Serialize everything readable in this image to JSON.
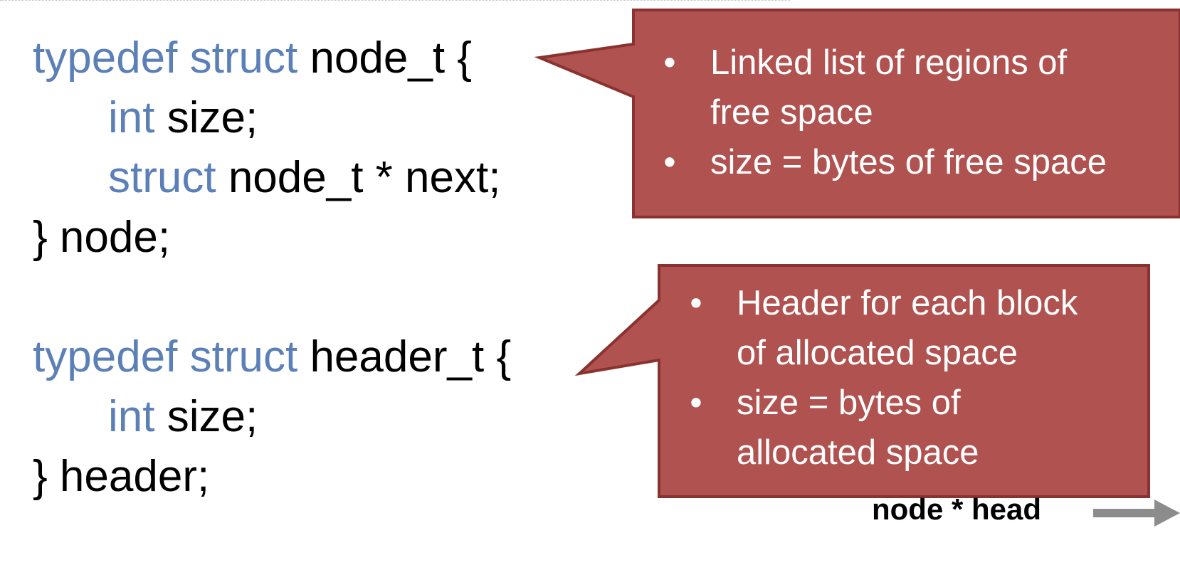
{
  "code": {
    "line1": {
      "kw1": "typedef",
      "kw2": "struct",
      "rest": "node_t {"
    },
    "line2": {
      "kw": "int",
      "rest": "size;"
    },
    "line3": {
      "kw": "struct",
      "rest": "node_t * next;"
    },
    "line4": {
      "rest": "} node;"
    },
    "line5": {
      "kw1": "typedef",
      "kw2": "struct",
      "rest": "header_t {"
    },
    "line6": {
      "kw": "int",
      "rest": "size;"
    },
    "line7": {
      "rest": "} header;"
    }
  },
  "callout_1": {
    "bullet_symbol": "•",
    "bullets": [
      [
        "Linked list of regions of",
        "free space"
      ],
      [
        "size = bytes of free space"
      ]
    ]
  },
  "callout_2": {
    "bullet_symbol": "•",
    "bullets": [
      [
        "Header for each block",
        "of allocated space"
      ],
      [
        "size = bytes of",
        "allocated space"
      ]
    ]
  },
  "head_label": "node * head",
  "colors": {
    "keyword": "#5b7fb7",
    "callout_fill": "#b0524f",
    "callout_border": "#8a3230",
    "arrow": "#8c8c8c"
  }
}
